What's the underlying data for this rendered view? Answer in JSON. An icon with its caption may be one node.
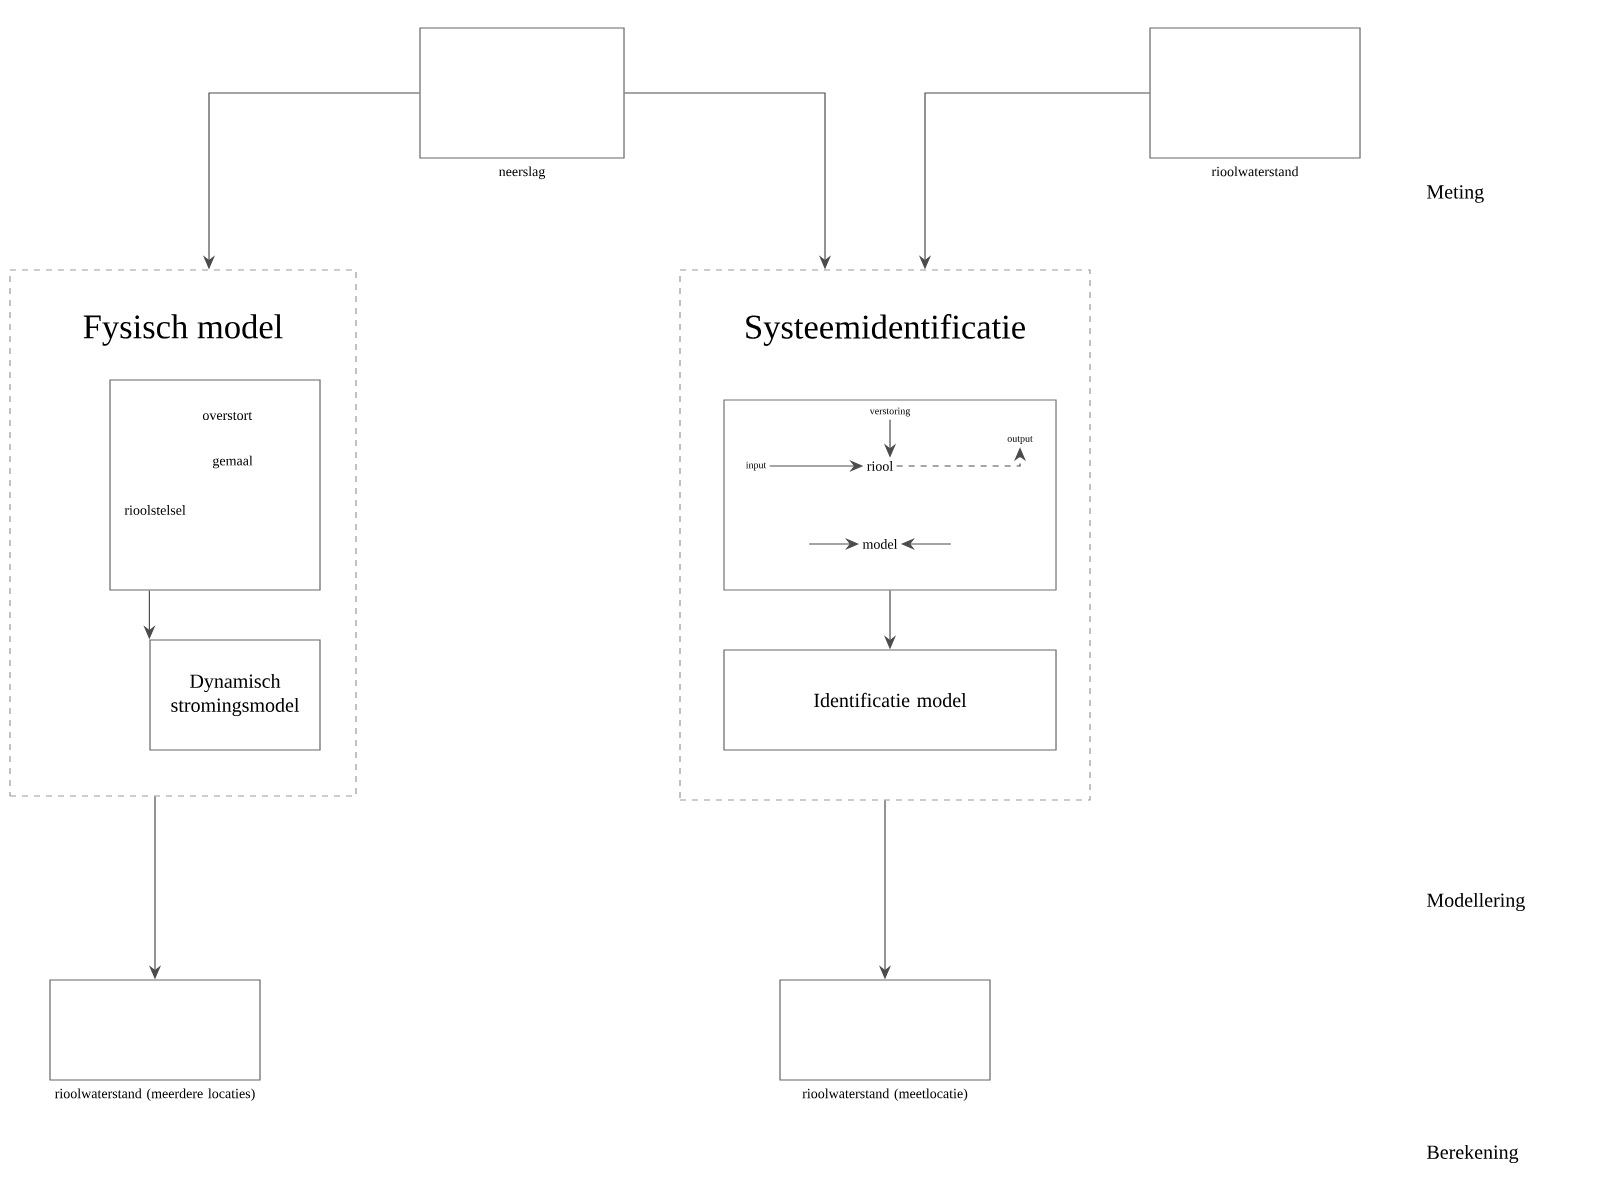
{
  "diagram": {
    "nodes": [
      {
        "text": [
          "neerslag"
        ]
      },
      {
        "text": [
          "rioolwaterstand"
        ]
      },
      {
        "text": [
          "Fysisch model"
        ]
      },
      {
        "text": [
          "overstort",
          "gemaal",
          "rioolstelsel"
        ],
        "in": 2
      },
      {
        "text": [
          "Dynamisch stromingsmodel"
        ],
        "in": 2
      },
      {
        "text": [
          "Systeemidentificatie"
        ]
      },
      {
        "text": [],
        "shape": "box",
        "in": 5
      },
      {
        "text": [
          "riool"
        ],
        "in": 6
      },
      {
        "text": [
          "model"
        ],
        "in": 6
      },
      {
        "text": [
          "Identificatie model"
        ],
        "in": 5
      },
      {
        "text": [
          "rioolwaterstand (meerdere locaties)"
        ]
      },
      {
        "text": [
          "rioolwaterstand (meetlocatie)"
        ]
      },
      {
        "text": [
          "input"
        ],
        "in": 6
      },
      {
        "text": [
          "verstoring"
        ],
        "in": 6
      },
      {
        "text": [
          "output"
        ],
        "in": 6
      }
    ],
    "edges": [
      {
        "from": 0,
        "to": 2,
        "arrow": "to"
      },
      {
        "from": 0,
        "to": 5,
        "arrow": "to"
      },
      {
        "from": 1,
        "to": 5,
        "arrow": "to"
      },
      {
        "from": 3,
        "to": 4,
        "arrow": "to"
      },
      {
        "from": 6,
        "to": 9,
        "arrow": "to"
      },
      {
        "from": 2,
        "to": 10,
        "arrow": "to"
      },
      {
        "from": 5,
        "to": 11,
        "arrow": "to"
      },
      {
        "from": 12,
        "to": 7,
        "arrow": "to"
      },
      {
        "from": 13,
        "to": 7,
        "arrow": "to"
      },
      {
        "from": 7,
        "to": 14,
        "arrow": "to",
        "style": "dashed"
      },
      {
        "from": null,
        "to": 8,
        "arrow": "to"
      },
      {
        "from": null,
        "to": 8,
        "arrow": "to"
      }
    ],
    "labels": [
      "Meting",
      "Modellering",
      "Berekening"
    ]
  }
}
